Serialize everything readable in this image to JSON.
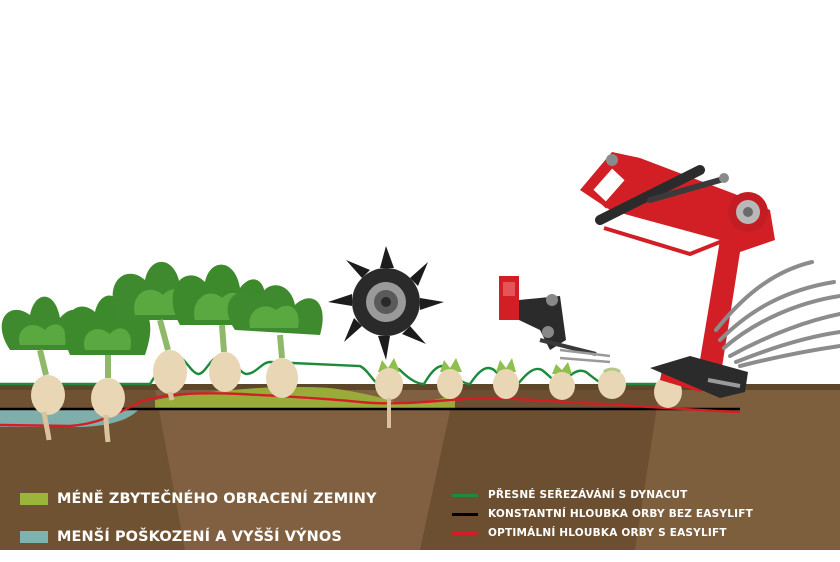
{
  "legend_left": [
    {
      "label": "MÉNĚ ZBYTEČNÉHO OBRACENÍ ZEMINY",
      "color": "#9bb53a"
    },
    {
      "label": "MENŠÍ POŠKOZENÍ A VYŠŠÍ VÝNOS",
      "color": "#7fb3b2"
    }
  ],
  "legend_right": [
    {
      "label": "PŘESNÉ SEŘEZÁVÁNÍ S DYNACUT",
      "color": "#1e8a3c"
    },
    {
      "label": "KONSTANTNÍ HLOUBKA ORBY BEZ EASYLIFT",
      "color": "#000000"
    },
    {
      "label": "OPTIMÁLNÍ HLOUBKA ORBY S EASYLIFT",
      "color": "#d21f26"
    }
  ],
  "colors": {
    "soil_dark": "#6e5333",
    "soil_mid": "#7a5c3a",
    "soil_light": "#8a6a45",
    "machine_red": "#d21f26",
    "leaf_green": "#3f8a2e",
    "beet_root": "#e9d6b4"
  }
}
